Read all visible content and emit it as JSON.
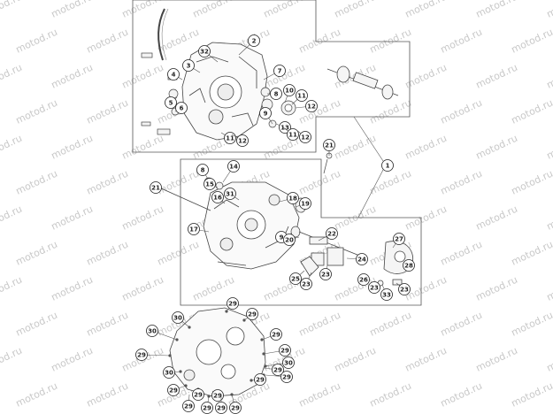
{
  "watermark": {
    "text": "motod.ru",
    "color": "#c8c8c8"
  },
  "callouts": [
    {
      "label": "2"
    },
    {
      "label": "32"
    },
    {
      "label": "3"
    },
    {
      "label": "4"
    },
    {
      "label": "7"
    },
    {
      "label": "5"
    },
    {
      "label": "6"
    },
    {
      "label": "8"
    },
    {
      "label": "10"
    },
    {
      "label": "11"
    },
    {
      "label": "9"
    },
    {
      "label": "12"
    },
    {
      "label": "13"
    },
    {
      "label": "11"
    },
    {
      "label": "12"
    },
    {
      "label": "11"
    },
    {
      "label": "12"
    },
    {
      "label": "21"
    },
    {
      "label": "1"
    },
    {
      "label": "8"
    },
    {
      "label": "14"
    },
    {
      "label": "15"
    },
    {
      "label": "31"
    },
    {
      "label": "21"
    },
    {
      "label": "16"
    },
    {
      "label": "18"
    },
    {
      "label": "19"
    },
    {
      "label": "17"
    },
    {
      "label": "9"
    },
    {
      "label": "20"
    },
    {
      "label": "22"
    },
    {
      "label": "27"
    },
    {
      "label": "24"
    },
    {
      "label": "28"
    },
    {
      "label": "25"
    },
    {
      "label": "23"
    },
    {
      "label": "23"
    },
    {
      "label": "26"
    },
    {
      "label": "23"
    },
    {
      "label": "33"
    },
    {
      "label": "23"
    },
    {
      "label": "30"
    },
    {
      "label": "29"
    },
    {
      "label": "30"
    },
    {
      "label": "29"
    },
    {
      "label": "29"
    },
    {
      "label": "29"
    },
    {
      "label": "29"
    },
    {
      "label": "30"
    },
    {
      "label": "29"
    },
    {
      "label": "29"
    },
    {
      "label": "30"
    },
    {
      "label": "29"
    },
    {
      "label": "29"
    },
    {
      "label": "29"
    },
    {
      "label": "29"
    },
    {
      "label": "29"
    },
    {
      "label": "29"
    },
    {
      "label": "29"
    },
    {
      "label": "29"
    }
  ]
}
